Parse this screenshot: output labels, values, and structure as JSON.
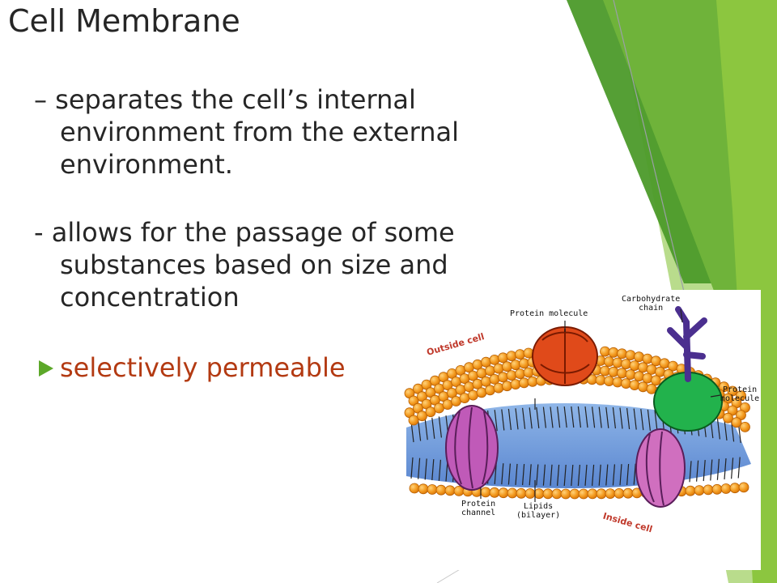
{
  "slide": {
    "title": "Cell Membrane",
    "paragraph1": {
      "line1": "– separates the cell’s internal",
      "line2": "environment from the external",
      "line3": "environment."
    },
    "paragraph2": {
      "line1": "- allows for the passage of some",
      "line2": "substances based on size and",
      "line3": "concentration"
    },
    "bullet_text": "selectively permeable",
    "colors": {
      "title_text": "#262626",
      "body_text": "#262626",
      "highlight_text": "#b33a12",
      "bullet_green": "#5ca829",
      "accent_green": "#8cc63f",
      "dark_green": "#4c9a2a"
    }
  },
  "diagram": {
    "labels": {
      "outside_cell": "Outside cell",
      "inside_cell": "Inside cell",
      "protein_molecule_top": "Protein molecule",
      "carbohydrate_chain_line1": "Carbohydrate",
      "carbohydrate_chain_line2": "chain",
      "protein_molecule_right_line1": "Protein",
      "protein_molecule_right_line2": "molecule",
      "protein_channel_line1": "Protein",
      "protein_channel_line2": "channel",
      "lipids_line1": "Lipids",
      "lipids_line2": "(bilayer)"
    }
  }
}
